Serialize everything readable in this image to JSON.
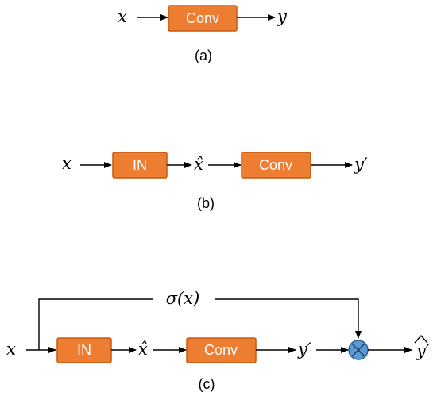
{
  "colors": {
    "block_fill": "#ED7D31",
    "block_border": "#C55A11",
    "multiply_fill": "#5B9BD5",
    "line": "#000000"
  },
  "panel_a": {
    "input": "x",
    "block": "Conv",
    "output": "y",
    "caption": "(a)"
  },
  "panel_b": {
    "input": "x",
    "block1": "IN",
    "mid": "x̂",
    "block2": "Conv",
    "output": "y′",
    "caption": "(b)"
  },
  "panel_c": {
    "input": "x",
    "block1": "IN",
    "mid": "x̂",
    "block2": "Conv",
    "after_conv": "y′",
    "gate": "σ(x)",
    "multiply_icon": "circled-times-icon",
    "output": "y′",
    "caption": "(c)"
  }
}
